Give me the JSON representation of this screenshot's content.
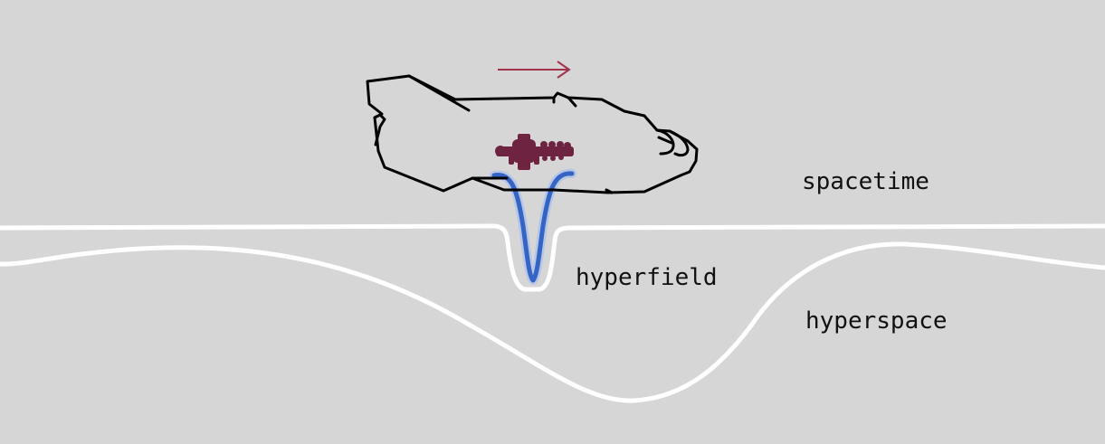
{
  "labels": {
    "spacetime": "spacetime",
    "hyperfield": "hyperfield",
    "hyperspace": "hyperspace"
  },
  "colors": {
    "background": "#d6d6d6",
    "boundary": "#ffffff",
    "ship_outline": "#000000",
    "core": "#6e2440",
    "motion_arrow": "#a3324c",
    "hyperfield": "#3565c4",
    "hyperfield_glow": "#b7c6e6"
  },
  "icons": {
    "ship": "starship-outline-icon",
    "core": "hyperdrive-core-icon",
    "arrow": "motion-arrow-icon"
  }
}
